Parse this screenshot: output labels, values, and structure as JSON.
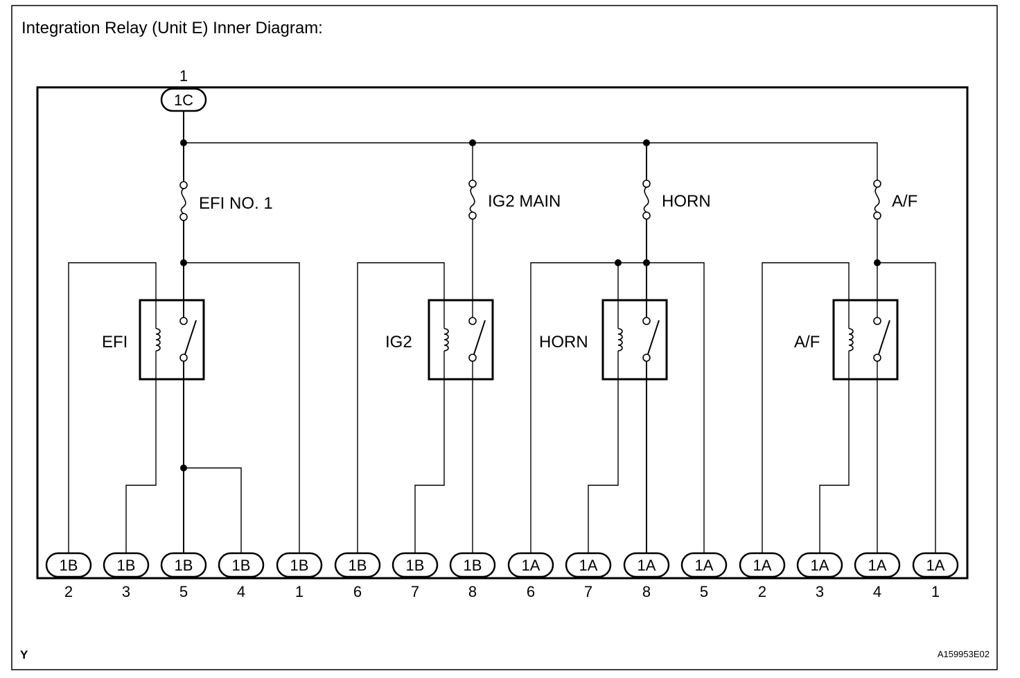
{
  "title": "Integration Relay (Unit E) Inner Diagram:",
  "top_connector": {
    "label": "1C",
    "pin": "1"
  },
  "fuses": [
    "EFI NO. 1",
    "IG2 MAIN",
    "HORN",
    "A/F"
  ],
  "relays": [
    "EFI",
    "IG2",
    "HORN",
    "A/F"
  ],
  "bottom_connectors": [
    {
      "label": "1B",
      "pin": "2"
    },
    {
      "label": "1B",
      "pin": "3"
    },
    {
      "label": "1B",
      "pin": "5"
    },
    {
      "label": "1B",
      "pin": "4"
    },
    {
      "label": "1B",
      "pin": "1"
    },
    {
      "label": "1B",
      "pin": "6"
    },
    {
      "label": "1B",
      "pin": "7"
    },
    {
      "label": "1B",
      "pin": "8"
    },
    {
      "label": "1A",
      "pin": "6"
    },
    {
      "label": "1A",
      "pin": "7"
    },
    {
      "label": "1A",
      "pin": "8"
    },
    {
      "label": "1A",
      "pin": "5"
    },
    {
      "label": "1A",
      "pin": "2"
    },
    {
      "label": "1A",
      "pin": "3"
    },
    {
      "label": "1A",
      "pin": "4"
    },
    {
      "label": "1A",
      "pin": "1"
    }
  ],
  "corner_left": "Y",
  "figure_code": "A159953E02"
}
